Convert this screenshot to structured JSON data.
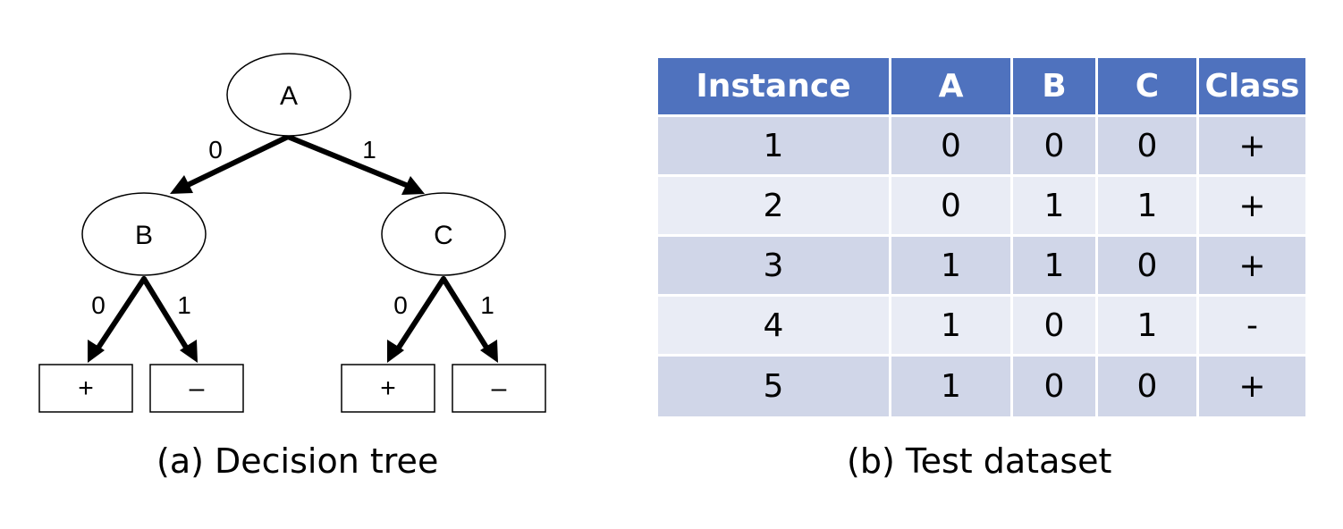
{
  "tree": {
    "nodes": {
      "root": "A",
      "left": "B",
      "right": "C"
    },
    "edge_labels": {
      "a_to_b": "0",
      "a_to_c": "1",
      "b_to_left_leaf": "0",
      "b_to_right_leaf": "1",
      "c_to_left_leaf": "0",
      "c_to_right_leaf": "1"
    },
    "leaves": [
      "+",
      "–",
      "+",
      "–"
    ],
    "caption": "(a) Decision tree"
  },
  "table": {
    "headers": [
      "Instance",
      "A",
      "B",
      "C",
      "Class"
    ],
    "rows": [
      [
        "1",
        "0",
        "0",
        "0",
        "+"
      ],
      [
        "2",
        "0",
        "1",
        "1",
        "+"
      ],
      [
        "3",
        "1",
        "1",
        "0",
        "+"
      ],
      [
        "4",
        "1",
        "0",
        "1",
        "-"
      ],
      [
        "5",
        "1",
        "0",
        "0",
        "+"
      ]
    ],
    "caption": "(b) Test dataset"
  },
  "colors": {
    "header_bg": "#4f72be",
    "row_odd_bg": "#d0d6e8",
    "row_even_bg": "#e9ecf5"
  }
}
